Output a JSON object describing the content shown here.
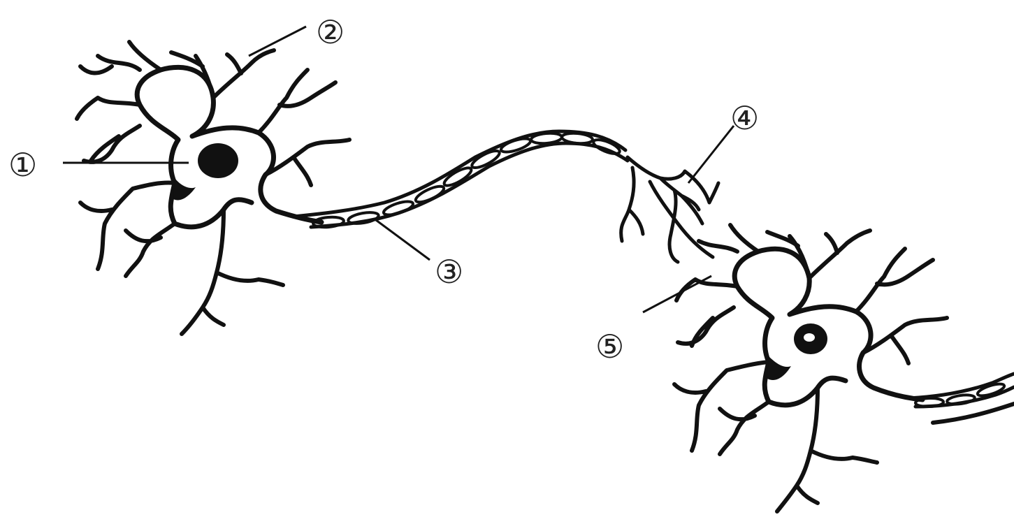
{
  "labels": [
    {
      "id": "1",
      "text": "①"
    },
    {
      "id": "2",
      "text": "②"
    },
    {
      "id": "3",
      "text": "③"
    },
    {
      "id": "4",
      "text": "④"
    },
    {
      "id": "5",
      "text": "⑤"
    }
  ],
  "colors": {
    "ink": "#111111",
    "background": "#ffffff"
  }
}
